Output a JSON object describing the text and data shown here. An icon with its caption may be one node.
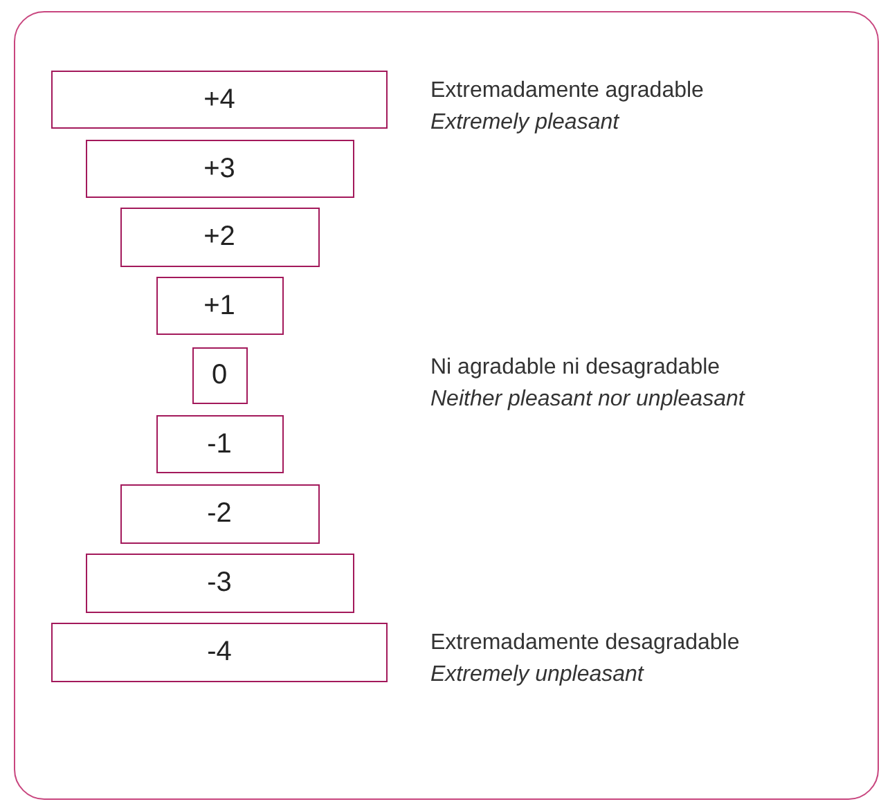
{
  "diagram": {
    "nodes": [
      {
        "text": [
          "+4"
        ],
        "beside": [
          "Extremadamente agradable",
          "Extremely pleasant"
        ]
      },
      {
        "text": [
          "+3"
        ]
      },
      {
        "text": [
          "+2"
        ]
      },
      {
        "text": [
          "+1"
        ]
      },
      {
        "text": [
          "0"
        ],
        "beside": [
          "Ni agradable ni desagradable",
          "Neither pleasant nor unpleasant"
        ]
      },
      {
        "text": [
          "-1"
        ]
      },
      {
        "text": [
          "-2"
        ]
      },
      {
        "text": [
          "-3"
        ]
      },
      {
        "text": [
          "-4"
        ],
        "beside": [
          "Extremadamente desagradable",
          "Extremely unpleasant"
        ]
      }
    ]
  }
}
